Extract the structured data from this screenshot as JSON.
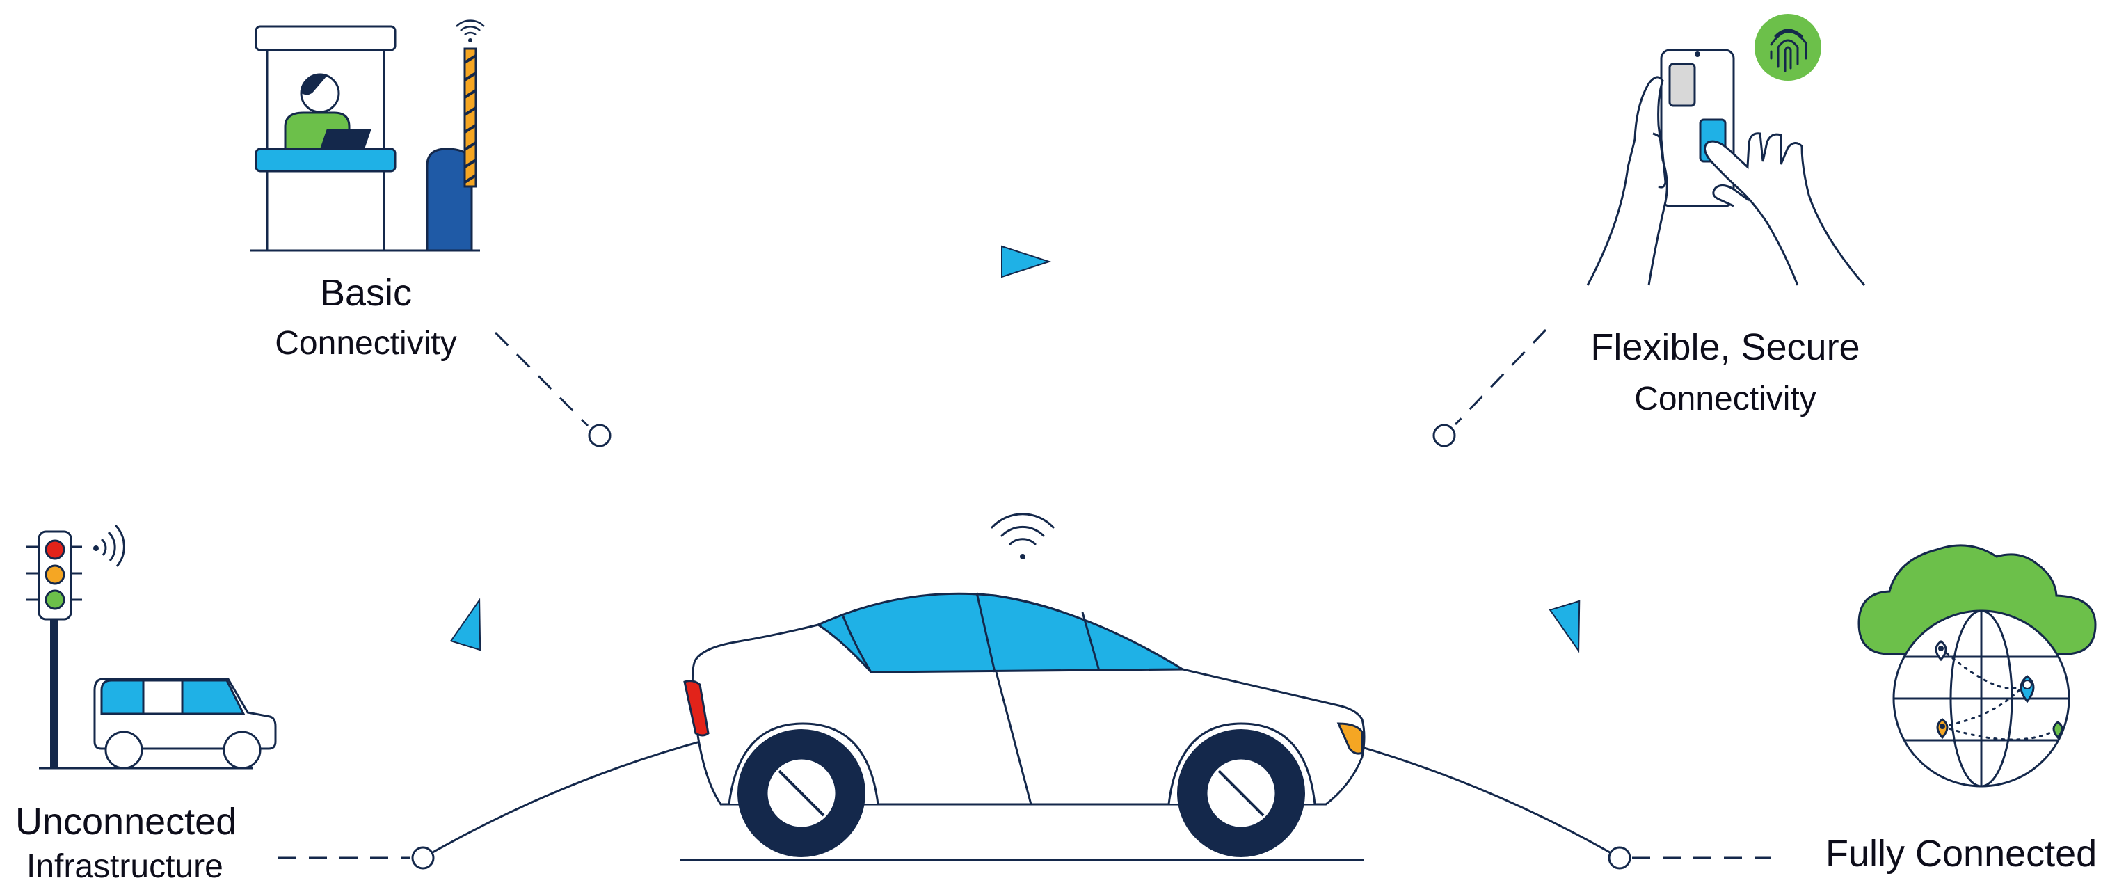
{
  "stages": {
    "unconnected": {
      "title": "Unconnected",
      "subtitle": "Infrastructure"
    },
    "basic": {
      "title": "Basic",
      "subtitle": "Connectivity"
    },
    "flexible": {
      "title": "Flexible, Secure",
      "subtitle": "Connectivity"
    },
    "fully": {
      "title": "Fully Connected",
      "subtitle": ""
    }
  },
  "colors": {
    "navy": "#14284b",
    "blue": "#1fb1e6",
    "green": "#6cc04a",
    "red": "#e2231a",
    "orange": "#f5a623",
    "royal": "#1f5aa6",
    "gray": "#d8d8d8"
  },
  "icons": [
    "traffic-light-icon",
    "van-icon",
    "toll-booth-icon",
    "smartphone-fingerprint-icon",
    "cloud-globe-icon",
    "car-icon",
    "wifi-icon"
  ]
}
